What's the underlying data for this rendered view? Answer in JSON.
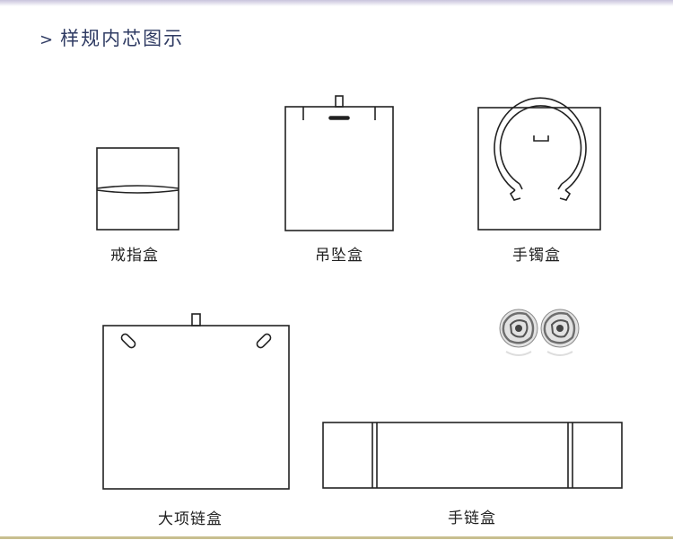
{
  "header": {
    "arrow": ">",
    "title": "样规内芯图示"
  },
  "items": [
    {
      "label": "戒指盒"
    },
    {
      "label": "吊坠盒"
    },
    {
      "label": "手镯盒"
    },
    {
      "label": "大项链盒"
    },
    {
      "label": "手链盒"
    }
  ],
  "colors": {
    "title": "#2f3b63",
    "line": "#222222",
    "top_band": "#c9c4dc",
    "bottom_line": "#c8bf8f"
  }
}
